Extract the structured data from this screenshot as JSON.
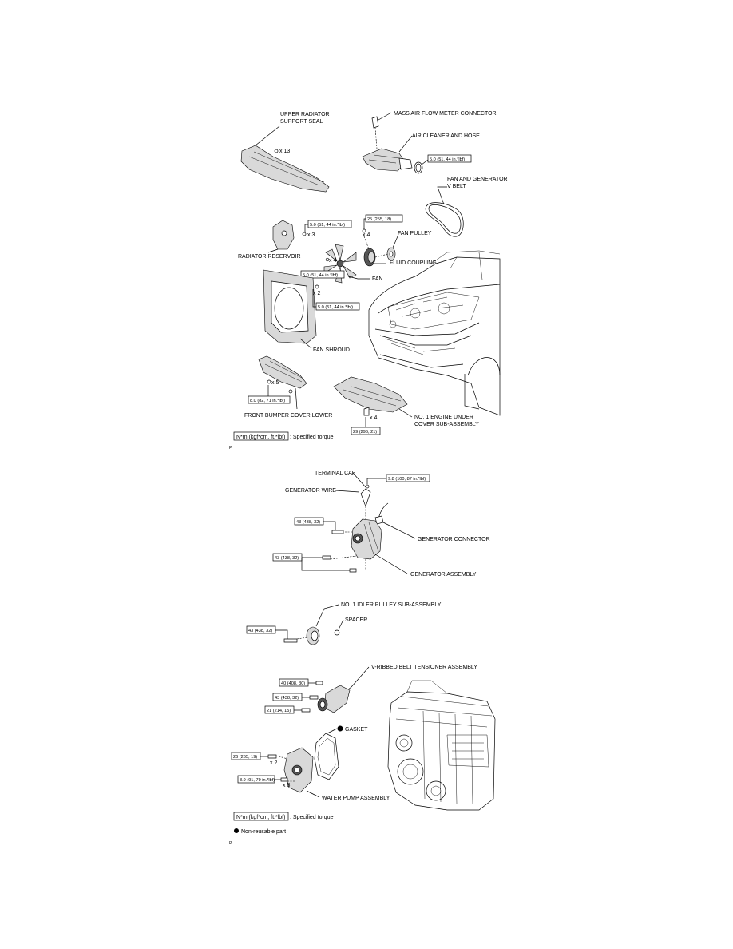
{
  "labels": {
    "upper_radiator_support_seal_1": "UPPER RADIATOR",
    "upper_radiator_support_seal_2": "SUPPORT SEAL",
    "mass_air_flow_meter_connector": "MASS AIR FLOW METER CONNECTOR",
    "air_cleaner_and_hose": "AIR CLEANER AND HOSE",
    "fan_and_generator_v_belt_1": "FAN AND GENERATOR",
    "fan_and_generator_v_belt_2": "V BELT",
    "fan_pulley": "FAN PULLEY",
    "fluid_coupling": "FLUID COUPLING",
    "radiator_reservoir": "RADIATOR RESERVOIR",
    "fan": "FAN",
    "fan_shroud": "FAN SHROUD",
    "front_bumper_cover_lower": "FRONT BUMPER COVER LOWER",
    "no1_engine_under_cover_1": "NO. 1 ENGINE UNDER",
    "no1_engine_under_cover_2": "COVER SUB-ASSEMBLY",
    "terminal_cap": "TERMINAL CAP",
    "generator_wire": "GENERATOR WIRE",
    "generator_connector": "GENERATOR CONNECTOR",
    "generator_assembly": "GENERATOR ASSEMBLY",
    "no1_idler_pulley": "NO. 1 IDLER PULLEY SUB-ASSEMBLY",
    "spacer": "SPACER",
    "v_ribbed_belt_tensioner": "V-RIBBED BELT TENSIONER ASSEMBLY",
    "gasket": "GASKET",
    "water_pump_assembly": "WATER PUMP ASSEMBLY"
  },
  "quantities": {
    "seal_bolts": "x 13",
    "reservoir_bolts": "x 3",
    "pulley_nuts": "x 4",
    "fan_nuts": "x 4",
    "shroud_bolts": "x 2",
    "bumper_bolts": "x 5",
    "undercover_bolts": "x 4",
    "water_pump_x2": "x 2",
    "water_pump_x8": "x 8"
  },
  "torques": {
    "air_cleaner": "5.0 (51, 44 in.*lbf)",
    "reservoir": "5.0 (51, 44 in.*lbf)",
    "fan_pulley": "25 (255, 18)",
    "fan": "5.0 (51, 44 in.*lbf)",
    "shroud": "5.0 (51, 44 in.*lbf)",
    "bumper_lower": "8.0 (82, 71 in.*lbf)",
    "undercover": "29 (296, 21)",
    "terminal": "9.8 (100, 87 in.*lbf)",
    "generator_upper": "43 (438, 32)",
    "generator_lower": "43 (438, 32)",
    "idler": "43 (438, 32)",
    "tensioner_1": "40 (408, 30)",
    "tensioner_2": "43 (438, 32)",
    "tensioner_3": "21 (214, 15)",
    "water_pump_1": "26 (265, 19)",
    "water_pump_2": "8.9 (91, 79 in.*lbf)"
  },
  "legend": {
    "torque_unit_1": "N*m (kgf*cm, ft.*lbf)",
    "torque_text_1": ": Specified torque",
    "torque_unit_2": "N*m (kgf*cm, ft.*lbf)",
    "torque_text_2": ": Specified torque",
    "non_reusable": "Non-reusable part"
  },
  "page_marks": {
    "mark_1": "P",
    "mark_2": "P"
  }
}
